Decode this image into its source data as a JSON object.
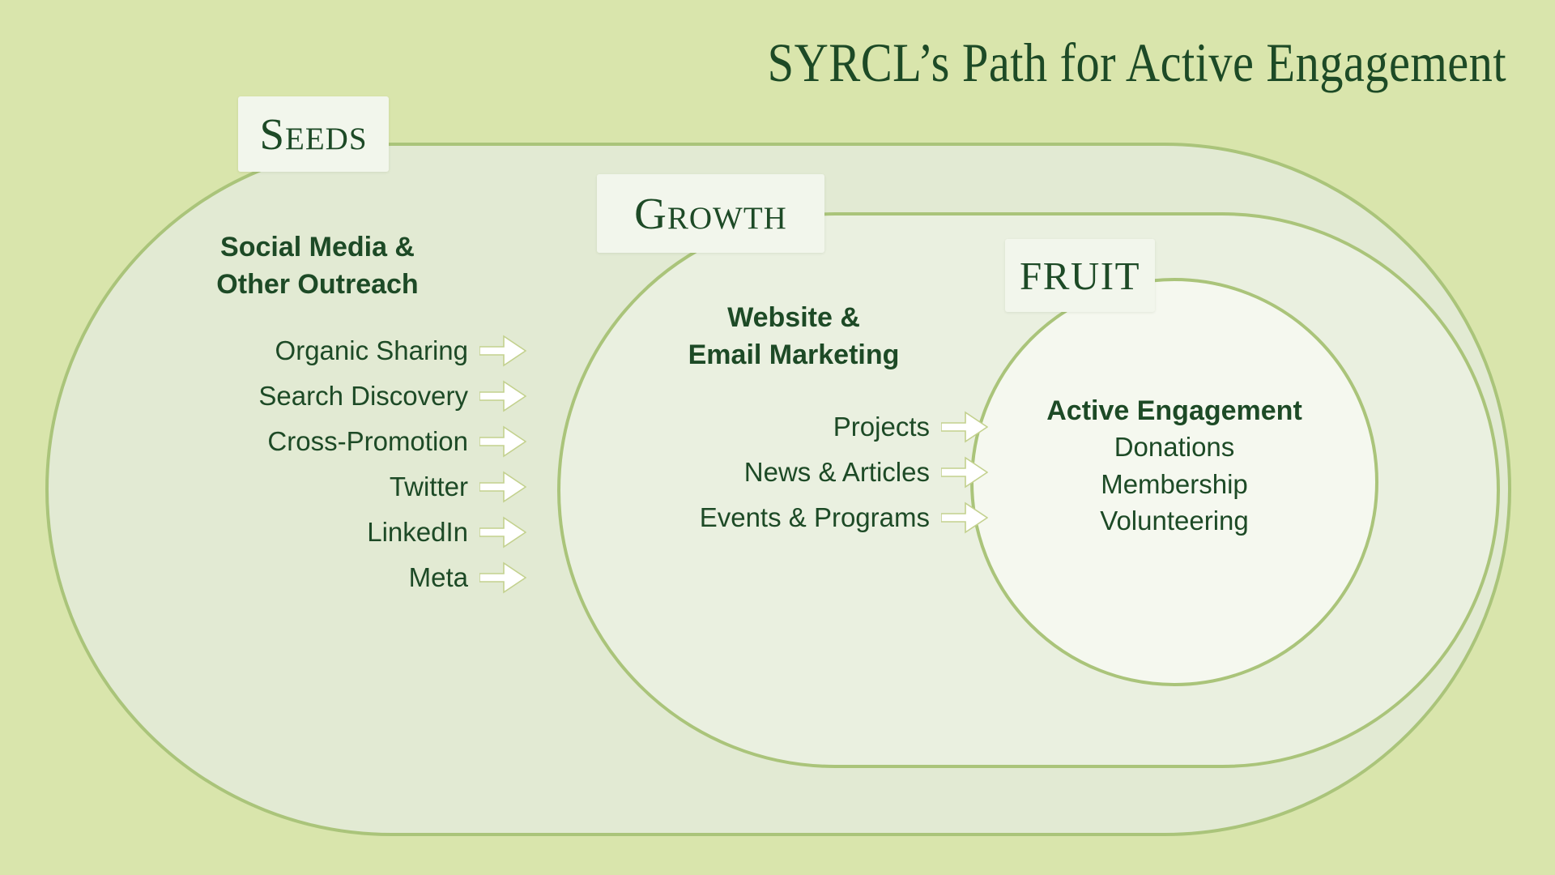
{
  "title": "SYRCL’s Path for Active Engagement",
  "theme": {
    "background": "#d9e5ac",
    "seeds_fill": "#e2ead3",
    "growth_fill": "#eaf0e0",
    "fruit_fill": "#f5f8ef",
    "outline": "#aac47a",
    "text": "#1d4a26",
    "label_chip": "#f2f6ec",
    "arrow_fill": "#ffffff",
    "arrow_stroke": "#c3d18e"
  },
  "stages": {
    "seeds": {
      "label": "Seeds",
      "heading": "Social Media &\nOther Outreach",
      "heading_line1": "Social Media &",
      "heading_line2": "Other Outreach",
      "items": [
        {
          "label": "Organic Sharing",
          "arrow": "right-arrow-icon"
        },
        {
          "label": "Search Discovery",
          "arrow": "right-arrow-icon"
        },
        {
          "label": "Cross-Promotion",
          "arrow": "right-arrow-icon"
        },
        {
          "label": "Twitter",
          "arrow": "right-arrow-icon"
        },
        {
          "label": "LinkedIn",
          "arrow": "right-arrow-icon"
        },
        {
          "label": "Meta",
          "arrow": "right-arrow-icon"
        }
      ]
    },
    "growth": {
      "label": "Growth",
      "heading_line1": "Website &",
      "heading_line2": "Email Marketing",
      "items": [
        {
          "label": "Projects",
          "arrow": "right-arrow-icon"
        },
        {
          "label": "News & Articles",
          "arrow": "right-arrow-icon"
        },
        {
          "label": "Events & Programs",
          "arrow": "right-arrow-icon"
        }
      ]
    },
    "fruit": {
      "label": "FRUIT",
      "heading": "Active Engagement",
      "items": [
        {
          "label": "Donations"
        },
        {
          "label": "Membership"
        },
        {
          "label": "Volunteering"
        }
      ]
    }
  }
}
